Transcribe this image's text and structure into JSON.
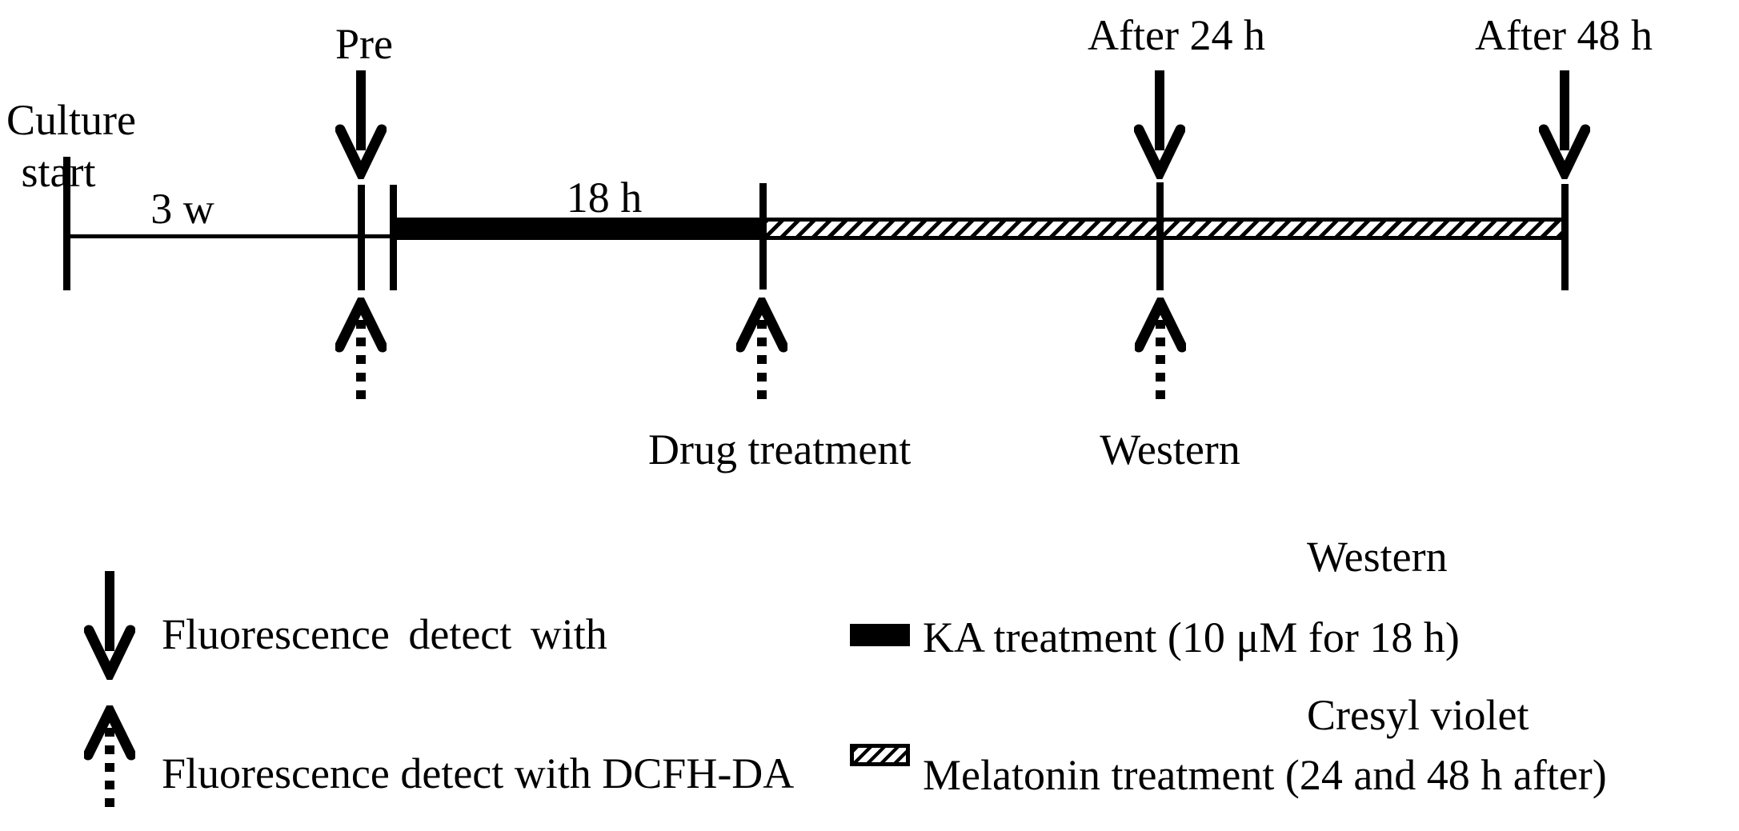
{
  "figure": {
    "background_color": "#ffffff",
    "ink_color": "#000000"
  },
  "timeline": {
    "culture_start_line1": "Culture",
    "culture_start_line2": "start",
    "interval_3w": "3 w",
    "pre_label": "Pre",
    "ka_duration": "18 h",
    "after_24h_label": "After 24 h",
    "after_48h_label": "After 48 h",
    "drug_treatment_label": "Drug treatment",
    "western_24h_label": "Western",
    "western_48h_line1": "Western",
    "western_48h_line2": "Cresyl violet"
  },
  "legend": {
    "solid_arrow_label": "Fluorescence detect with",
    "dashed_arrow_label": "Fluorescence detect with DCFH-DA",
    "ka_label": "KA treatment (10 μM for 18 h)",
    "melatonin_label": "Melatonin treatment (24 and 48 h after)"
  }
}
